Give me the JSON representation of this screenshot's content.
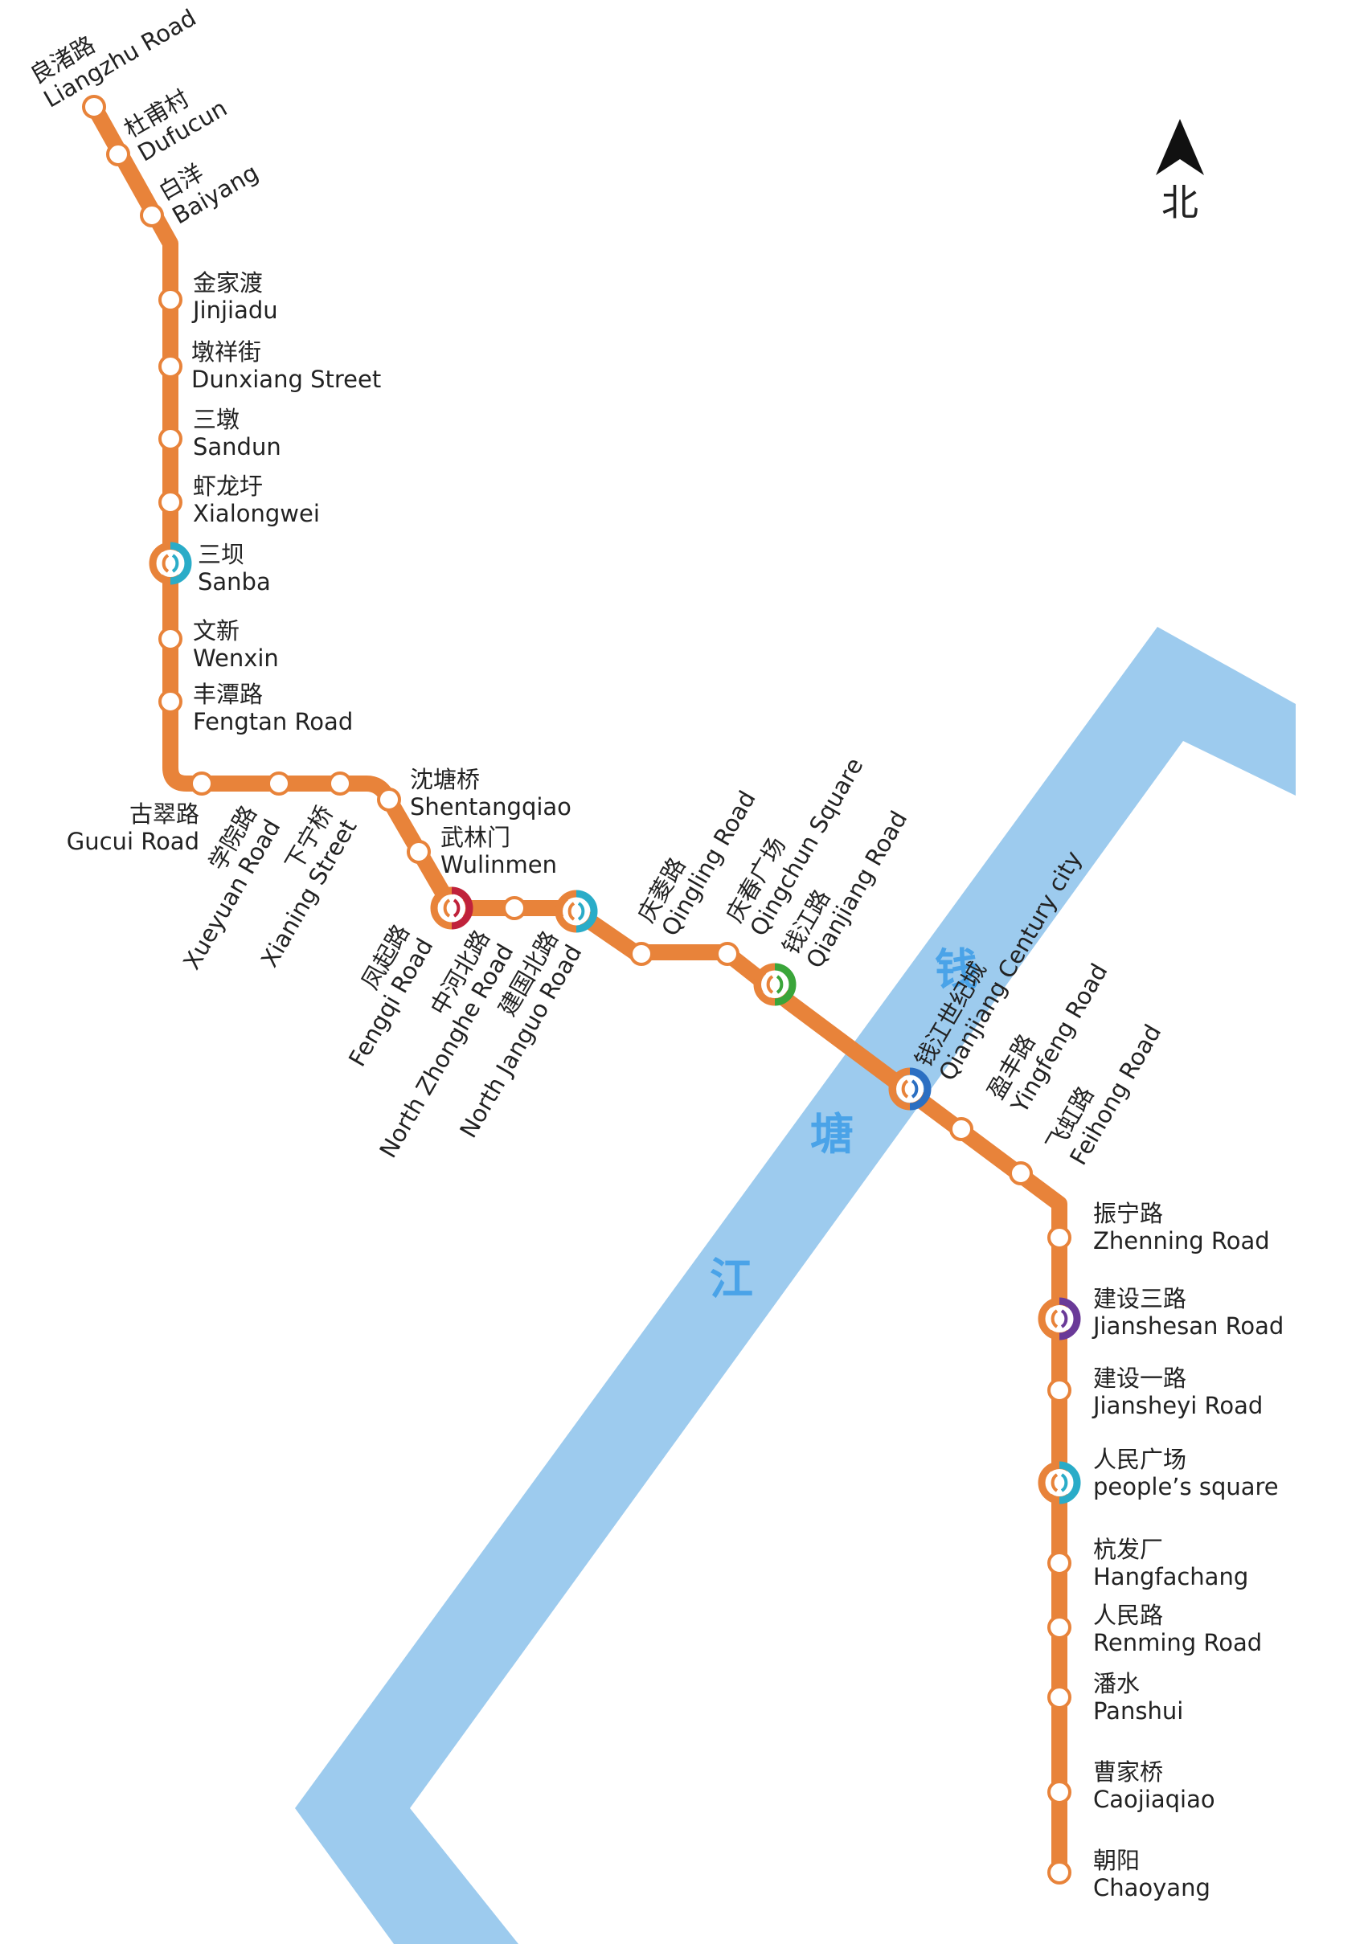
{
  "north_label": "北",
  "river_name_chars": [
    "钱",
    "塘",
    "江"
  ],
  "colors": {
    "line": "#E8833A",
    "river": "#9DCBEE",
    "river_text": "#4AA3E8",
    "station_fill": "#ffffff",
    "transfer_line2": "#2AACC8",
    "transfer_line3": "#C0223B",
    "transfer_line4": "#3AA53A",
    "transfer_line6": "#2B6FC2",
    "transfer_line5": "#6A3A98"
  },
  "stations": [
    {
      "cn": "良渚路",
      "en": "Liangzhu Road",
      "transfer": false
    },
    {
      "cn": "杜甫村",
      "en": "Dufucun",
      "transfer": false
    },
    {
      "cn": "白洋",
      "en": "Baiyang",
      "transfer": false
    },
    {
      "cn": "金家渡",
      "en": "Jinjiadu",
      "transfer": false
    },
    {
      "cn": "墩祥街",
      "en": "Dunxiang Street",
      "transfer": false
    },
    {
      "cn": "三墩",
      "en": "Sandun",
      "transfer": false
    },
    {
      "cn": "虾龙圩",
      "en": "Xialongwei",
      "transfer": false
    },
    {
      "cn": "三坝",
      "en": "Sanba",
      "transfer": true,
      "transfer_color": "#2AACC8"
    },
    {
      "cn": "文新",
      "en": "Wenxin",
      "transfer": false
    },
    {
      "cn": "丰潭路",
      "en": "Fengtan Road",
      "transfer": false
    },
    {
      "cn": "古翠路",
      "en": "Gucui Road",
      "transfer": false
    },
    {
      "cn": "学院路",
      "en": "Xueyuan Road",
      "transfer": false
    },
    {
      "cn": "下宁桥",
      "en": "Xianing Street",
      "transfer": false
    },
    {
      "cn": "沈塘桥",
      "en": "Shentangqiao",
      "transfer": false
    },
    {
      "cn": "武林门",
      "en": "Wulinmen",
      "transfer": false
    },
    {
      "cn": "凤起路",
      "en": "Fengqi Road",
      "transfer": true,
      "transfer_color": "#C0223B"
    },
    {
      "cn": "中河北路",
      "en": "North Zhonghe Road",
      "transfer": false
    },
    {
      "cn": "建国北路",
      "en": "North Janguo Road",
      "transfer": true,
      "transfer_color": "#2AACC8"
    },
    {
      "cn": "庆菱路",
      "en": "Qingling Road",
      "transfer": false
    },
    {
      "cn": "庆春广场",
      "en": "Qingchun Square",
      "transfer": false
    },
    {
      "cn": "钱江路",
      "en": "Qianjiang Road",
      "transfer": true,
      "transfer_color": "#3AA53A"
    },
    {
      "cn": "钱江世纪城",
      "en": "Qianjiang Century city",
      "transfer": true,
      "transfer_color": "#2B6FC2"
    },
    {
      "cn": "盈丰路",
      "en": "Yingfeng Road",
      "transfer": false
    },
    {
      "cn": "飞虹路",
      "en": "Feihong Road",
      "transfer": false
    },
    {
      "cn": "振宁路",
      "en": "Zhenning Road",
      "transfer": false
    },
    {
      "cn": "建设三路",
      "en": "Jianshesan Road",
      "transfer": true,
      "transfer_color": "#6A3A98"
    },
    {
      "cn": "建设一路",
      "en": "Jiansheyi  Road",
      "transfer": false
    },
    {
      "cn": "人民广场",
      "en": "people’s square",
      "transfer": true,
      "transfer_color": "#2AACC8"
    },
    {
      "cn": "杭发厂",
      "en": "Hangfachang",
      "transfer": false
    },
    {
      "cn": "人民路",
      "en": "Renming Road",
      "transfer": false
    },
    {
      "cn": "潘水",
      "en": "Panshui",
      "transfer": false
    },
    {
      "cn": "曹家桥",
      "en": "Caojiaqiao",
      "transfer": false
    },
    {
      "cn": "朝阳",
      "en": "Chaoyang",
      "transfer": false
    }
  ]
}
